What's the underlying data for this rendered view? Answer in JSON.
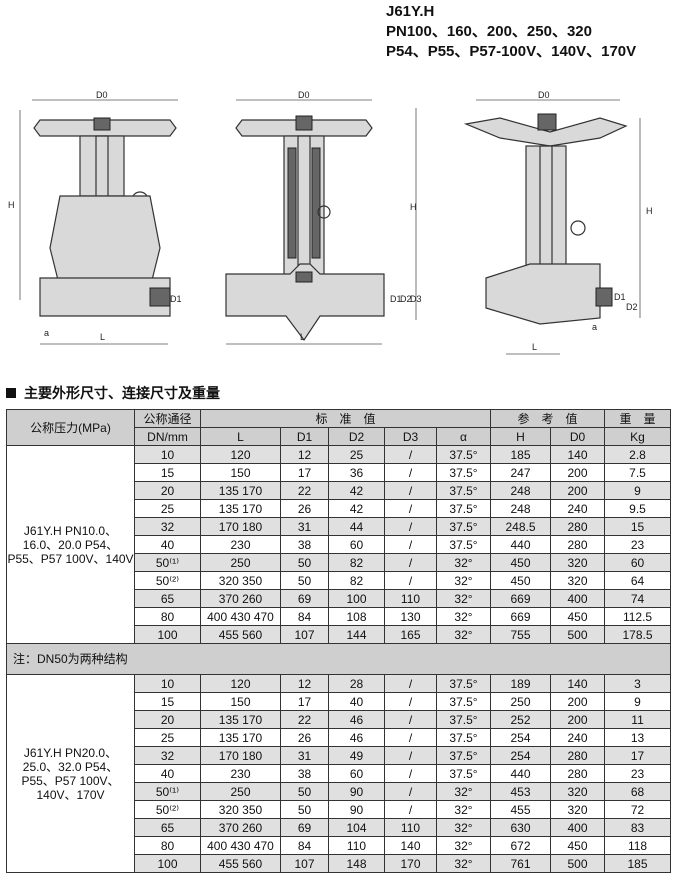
{
  "header": {
    "line1": "J61Y.H",
    "line2": "PN100、160、200、250、320",
    "line3": "P54、P55、P57-100V、140V、170V"
  },
  "drawing_labels": {
    "d0": "D0",
    "h": "H",
    "l": "L",
    "alpha": "a",
    "d1": "D1",
    "d2": "D2",
    "d3": "D3"
  },
  "section_title": "主要外形尺寸、连接尺寸及重量",
  "table": {
    "head1": {
      "pressure": "公称压力(MPa)",
      "dn": "公称通径",
      "standard": "标　准　值",
      "reference": "参　考　值",
      "weight": "重　量"
    },
    "head2": {
      "dn_unit": "DN/mm",
      "l": "L",
      "d1": "D1",
      "d2": "D2",
      "d3": "D3",
      "alpha": "α",
      "h": "H",
      "d0": "D0",
      "kg": "Kg"
    },
    "group1_label": "J61Y.H PN10.0、16.0、20.0 P54、P55、P57 100V、140V",
    "group1_rows": [
      {
        "dn": "10",
        "l": "120",
        "d1": "12",
        "d2": "25",
        "d3": "/",
        "a": "37.5°",
        "h": "185",
        "d0": "140",
        "kg": "2.8"
      },
      {
        "dn": "15",
        "l": "150",
        "d1": "17",
        "d2": "36",
        "d3": "/",
        "a": "37.5°",
        "h": "247",
        "d0": "200",
        "kg": "7.5"
      },
      {
        "dn": "20",
        "l": "135  170",
        "d1": "22",
        "d2": "42",
        "d3": "/",
        "a": "37.5°",
        "h": "248",
        "d0": "200",
        "kg": "9"
      },
      {
        "dn": "25",
        "l": "135  170",
        "d1": "26",
        "d2": "42",
        "d3": "/",
        "a": "37.5°",
        "h": "248",
        "d0": "240",
        "kg": "9.5"
      },
      {
        "dn": "32",
        "l": "170  180",
        "d1": "31",
        "d2": "44",
        "d3": "/",
        "a": "37.5°",
        "h": "248.5",
        "d0": "280",
        "kg": "15"
      },
      {
        "dn": "40",
        "l": "230",
        "d1": "38",
        "d2": "60",
        "d3": "/",
        "a": "37.5°",
        "h": "440",
        "d0": "280",
        "kg": "23"
      },
      {
        "dn": "50⁽¹⁾",
        "l": "250",
        "d1": "50",
        "d2": "82",
        "d3": "/",
        "a": "32°",
        "h": "450",
        "d0": "320",
        "kg": "60"
      },
      {
        "dn": "50⁽²⁾",
        "l": "320  350",
        "d1": "50",
        "d2": "82",
        "d3": "/",
        "a": "32°",
        "h": "450",
        "d0": "320",
        "kg": "64"
      },
      {
        "dn": "65",
        "l": "370  260",
        "d1": "69",
        "d2": "100",
        "d3": "110",
        "a": "32°",
        "h": "669",
        "d0": "400",
        "kg": "74"
      },
      {
        "dn": "80",
        "l": "400 430 470",
        "d1": "84",
        "d2": "108",
        "d3": "130",
        "a": "32°",
        "h": "669",
        "d0": "450",
        "kg": "112.5"
      },
      {
        "dn": "100",
        "l": "455 560",
        "d1": "107",
        "d2": "144",
        "d3": "165",
        "a": "32°",
        "h": "755",
        "d0": "500",
        "kg": "178.5"
      }
    ],
    "note": "注：DN50为两种结构",
    "group2_label": "J61Y.H PN20.0、25.0、32.0 P54、P55、P57 100V、140V、170V",
    "group2_rows": [
      {
        "dn": "10",
        "l": "120",
        "d1": "12",
        "d2": "28",
        "d3": "/",
        "a": "37.5°",
        "h": "189",
        "d0": "140",
        "kg": "3"
      },
      {
        "dn": "15",
        "l": "150",
        "d1": "17",
        "d2": "40",
        "d3": "/",
        "a": "37.5°",
        "h": "250",
        "d0": "200",
        "kg": "9"
      },
      {
        "dn": "20",
        "l": "135  170",
        "d1": "22",
        "d2": "46",
        "d3": "/",
        "a": "37.5°",
        "h": "252",
        "d0": "200",
        "kg": "11"
      },
      {
        "dn": "25",
        "l": "135  170",
        "d1": "26",
        "d2": "46",
        "d3": "/",
        "a": "37.5°",
        "h": "254",
        "d0": "240",
        "kg": "13"
      },
      {
        "dn": "32",
        "l": "170  180",
        "d1": "31",
        "d2": "49",
        "d3": "/",
        "a": "37.5°",
        "h": "254",
        "d0": "280",
        "kg": "17"
      },
      {
        "dn": "40",
        "l": "230",
        "d1": "38",
        "d2": "60",
        "d3": "/",
        "a": "37.5°",
        "h": "440",
        "d0": "280",
        "kg": "23"
      },
      {
        "dn": "50⁽¹⁾",
        "l": "250",
        "d1": "50",
        "d2": "90",
        "d3": "/",
        "a": "32°",
        "h": "453",
        "d0": "320",
        "kg": "68"
      },
      {
        "dn": "50⁽²⁾",
        "l": "320  350",
        "d1": "50",
        "d2": "90",
        "d3": "/",
        "a": "32°",
        "h": "455",
        "d0": "320",
        "kg": "72"
      },
      {
        "dn": "65",
        "l": "370  260",
        "d1": "69",
        "d2": "104",
        "d3": "110",
        "a": "32°",
        "h": "630",
        "d0": "400",
        "kg": "83"
      },
      {
        "dn": "80",
        "l": "400 430 470",
        "d1": "84",
        "d2": "110",
        "d3": "140",
        "a": "32°",
        "h": "672",
        "d0": "450",
        "kg": "118"
      },
      {
        "dn": "100",
        "l": "455 560",
        "d1": "107",
        "d2": "148",
        "d3": "170",
        "a": "32°",
        "h": "761",
        "d0": "500",
        "kg": "185"
      }
    ]
  }
}
